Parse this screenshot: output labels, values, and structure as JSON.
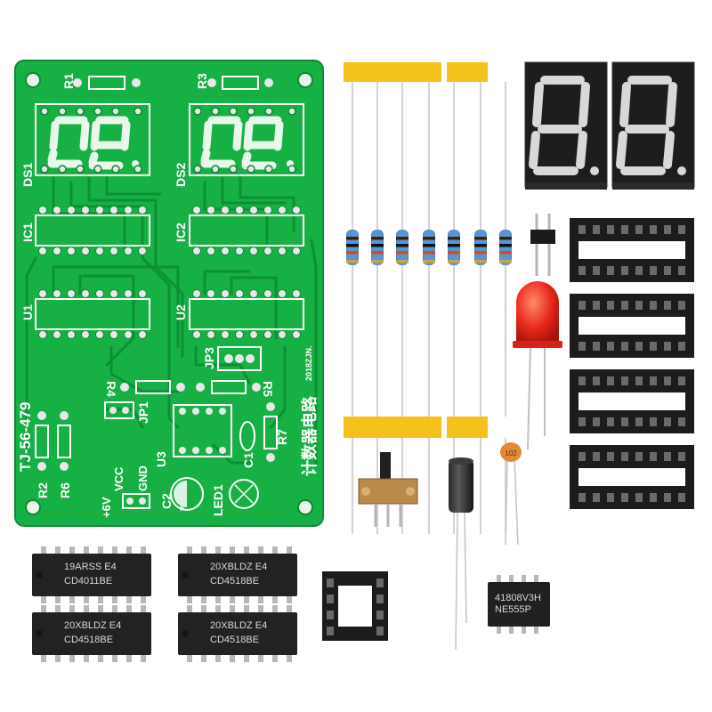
{
  "board": {
    "part_number": "TJ-56-479",
    "title": "计数器电路",
    "date_code": "2018ZJN.",
    "labels": {
      "r1": "R1",
      "r2": "R2",
      "r3": "R3",
      "r4": "R4",
      "r5": "R5",
      "r6": "R6",
      "r7": "R7",
      "ds1": "DS1",
      "ds2": "DS2",
      "ic1": "IC1",
      "ic2": "IC2",
      "u1": "U1",
      "u2": "U2",
      "u3": "U3",
      "jp1": "JP1",
      "jp3": "JP3",
      "c1": "C1",
      "c2": "C2",
      "led1": "LED1",
      "vcc": "VCC",
      "gnd": "GND",
      "plus6v": "+6V"
    }
  },
  "chips": {
    "chip1": {
      "line1": "19ARSS E4",
      "line2": "CD4011BE"
    },
    "chip2": {
      "line1": "20XBLDZ E4",
      "line2": "CD4518BE"
    },
    "chip3": {
      "line1": "20XBLDZ E4",
      "line2": "CD4518BE"
    },
    "chip4": {
      "line1": "20XBLDZ E4",
      "line2": "CD4518BE"
    },
    "timer": {
      "line1": "41808V3H",
      "line2": "NE555P"
    }
  },
  "capacitor": {
    "code": "102"
  },
  "colors": {
    "pcb_green": "#17b045",
    "pcb_dark": "#0e8a33",
    "resistor_blue": "#4a86c8",
    "tape_yellow": "#f5c21b",
    "led_red": "#e8281a",
    "socket_black": "#1c1c1c"
  }
}
